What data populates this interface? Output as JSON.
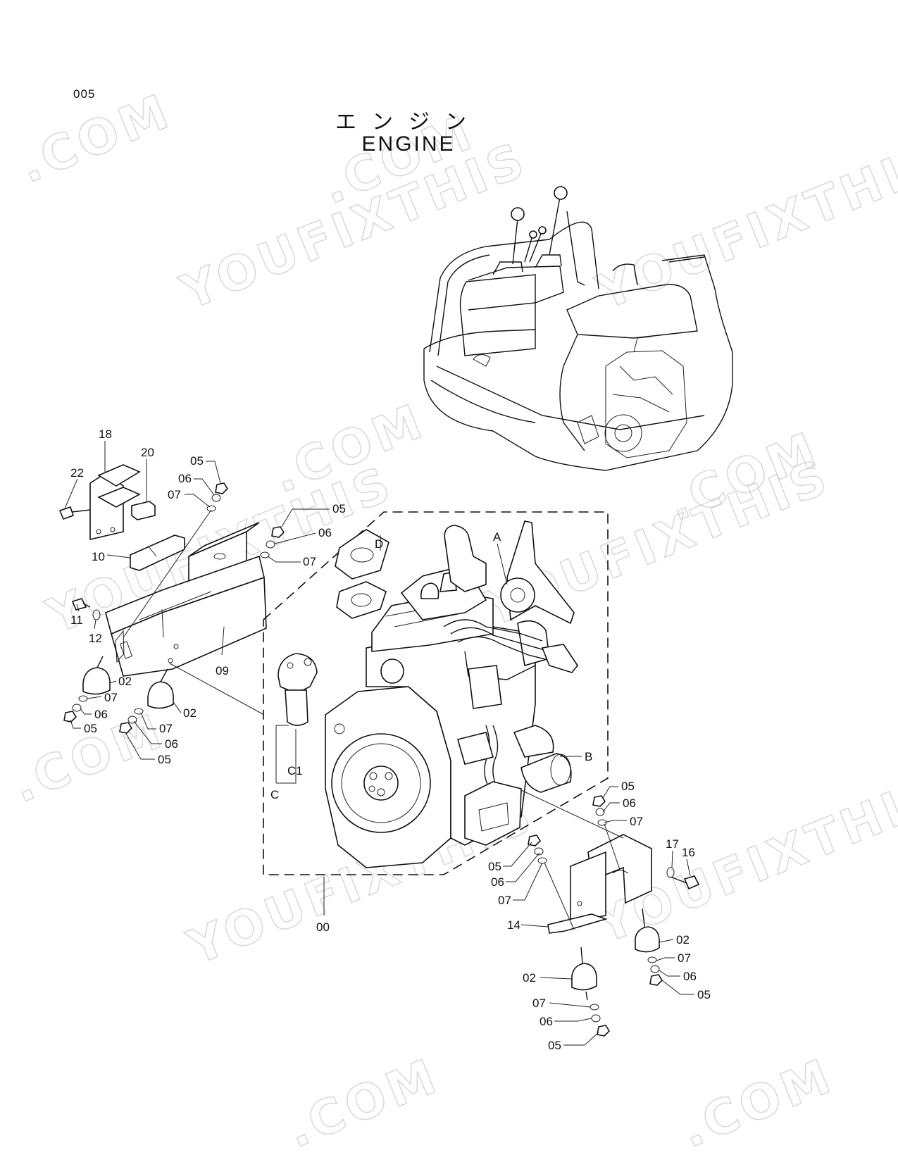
{
  "header": {
    "page_number": "005",
    "title_ja": "エンジン",
    "title_en": "ENGINE"
  },
  "watermark": {
    "text_a": "YOUFIXTHIS",
    "text_b": ".COM",
    "color": "#bdbdbd"
  },
  "callouts": {
    "c18": "18",
    "c20": "20",
    "c22": "22",
    "c10": "10",
    "c11": "11",
    "c12": "12",
    "c09": "09",
    "c05a": "05",
    "c06a": "06",
    "c07a": "07",
    "c05b": "05",
    "c06b": "06",
    "c07b": "07",
    "c02a": "02",
    "c07c": "07",
    "c06c": "06",
    "c05c": "05",
    "c02b": "02",
    "c07d": "07",
    "c06d": "06",
    "c05d": "05",
    "cA": "A",
    "cB": "B",
    "cD": "D",
    "cC": "C",
    "cC1": "C1",
    "c00": "00",
    "c05e": "05",
    "c06e": "06",
    "c07e": "07",
    "c17": "17",
    "c16": "16",
    "c05f": "05",
    "c06f": "06",
    "c07f": "07",
    "c14": "14",
    "c02c": "02",
    "c07g": "07",
    "c06g": "06",
    "c05g": "05",
    "c02d": "02",
    "c07h": "07",
    "c06h": "06",
    "c05h": "05"
  }
}
